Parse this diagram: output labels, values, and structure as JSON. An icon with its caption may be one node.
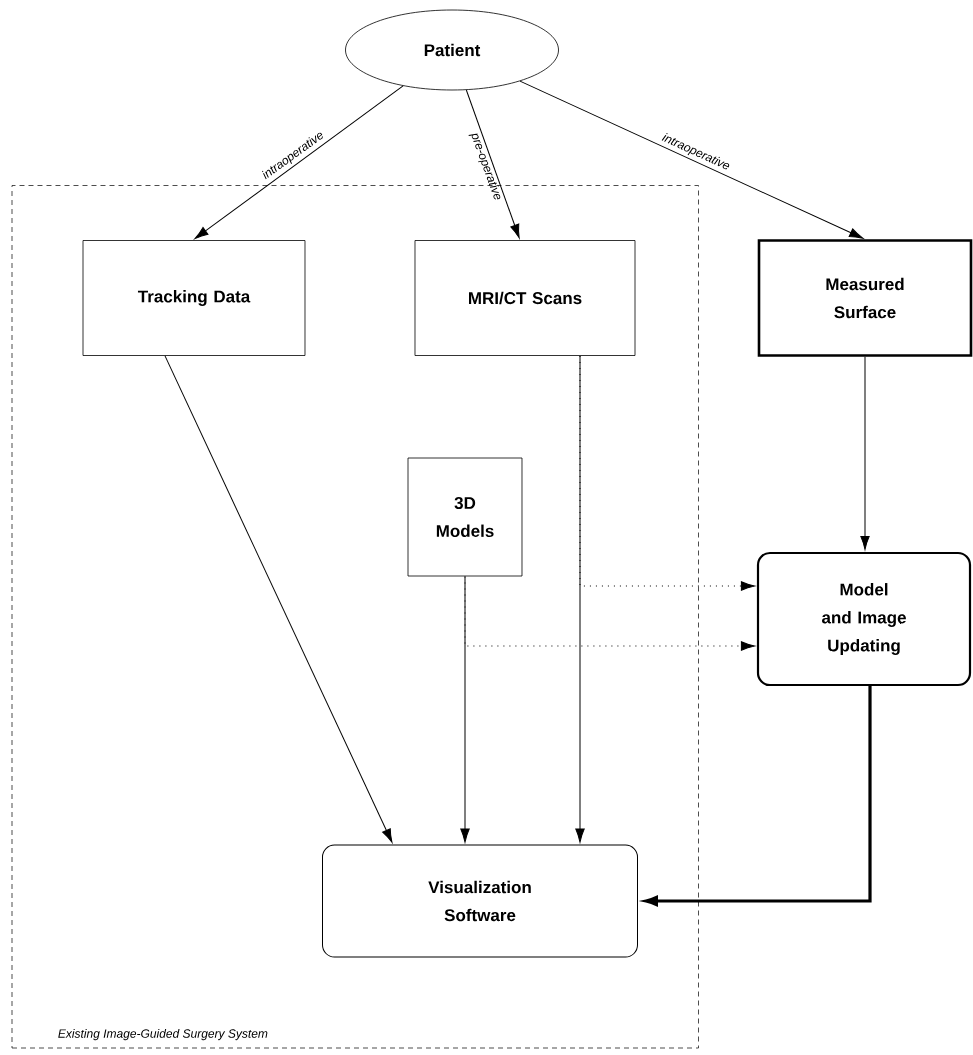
{
  "diagram": {
    "nodes": [
      {
        "text": [
          "Patient"
        ]
      },
      {
        "text": [
          "Existing Image-Guided Surgery System"
        ]
      },
      {
        "text": [
          "Tracking Data"
        ],
        "in": 1
      },
      {
        "text": [
          "MRI/CT Scans"
        ],
        "in": 1
      },
      {
        "text": [
          "3D Models"
        ],
        "in": 1
      },
      {
        "text": [
          "Visualization Software"
        ],
        "in": 1
      },
      {
        "text": [
          "Measured Surface"
        ]
      },
      {
        "text": [
          "Model and Image Updating"
        ]
      }
    ],
    "edges": [
      {
        "from": 0,
        "to": 2,
        "arrow": "to",
        "label": "intraoperative"
      },
      {
        "from": 0,
        "to": 3,
        "arrow": "to",
        "label": "pre-operative"
      },
      {
        "from": 0,
        "to": 6,
        "arrow": "to",
        "label": "intraoperative"
      },
      {
        "from": 2,
        "to": 5,
        "arrow": "to"
      },
      {
        "from": 3,
        "to": 5,
        "arrow": "to"
      },
      {
        "from": 4,
        "to": 5,
        "arrow": "to"
      },
      {
        "from": 6,
        "to": 7,
        "arrow": "to"
      },
      {
        "from": 7,
        "to": 5,
        "arrow": "to",
        "style": "thick"
      },
      {
        "from": 3,
        "to": 7,
        "arrow": "to",
        "style": "dashed"
      },
      {
        "from": 4,
        "to": 7,
        "arrow": "to",
        "style": "dashed"
      }
    ]
  }
}
